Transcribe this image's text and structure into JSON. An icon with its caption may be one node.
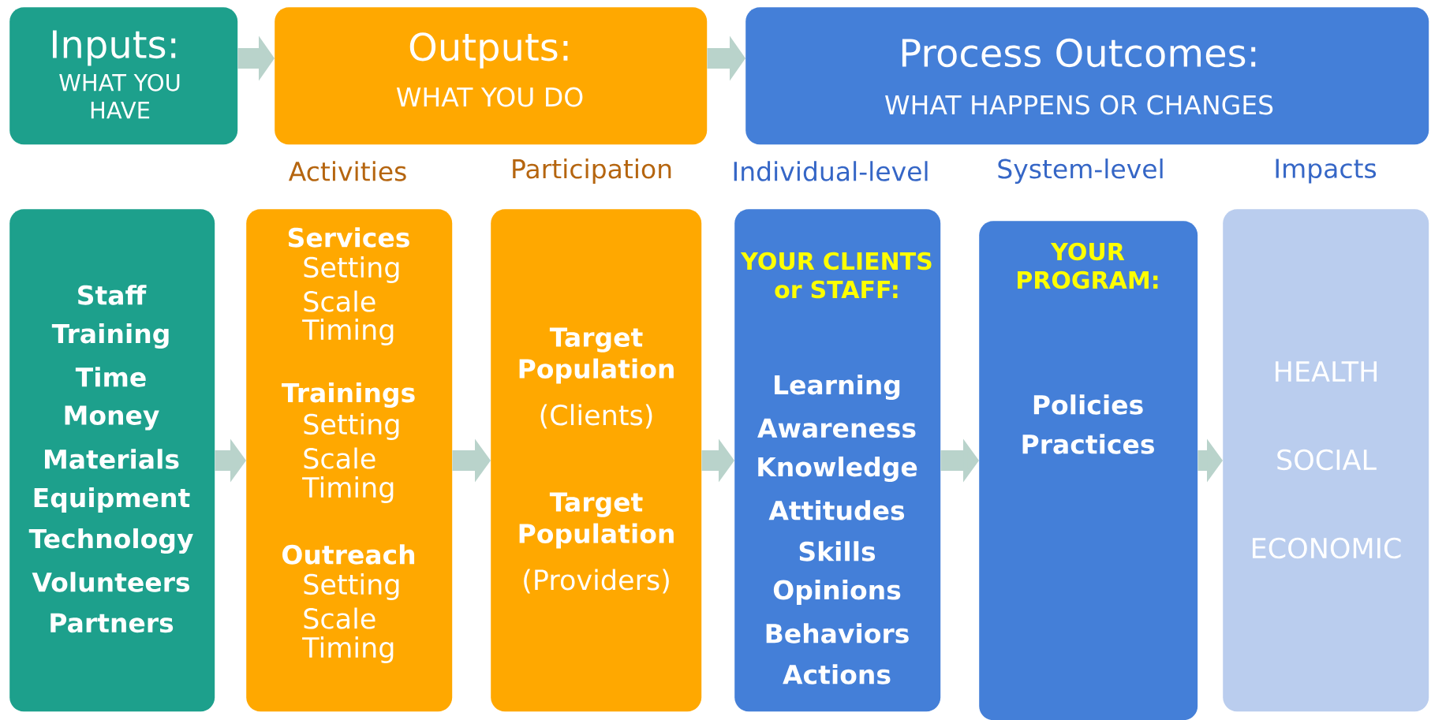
{
  "diagram": {
    "nodes": [
      {
        "text": [
          "Inputs:",
          "WHAT YOU HAVE"
        ]
      },
      {
        "text": [
          "Outputs:",
          "WHAT YOU DO"
        ]
      },
      {
        "text": [
          "Process Outcomes:",
          "WHAT HAPPENS OR CHANGES"
        ]
      },
      {
        "text": [
          "Staff",
          "Training",
          "Time",
          "Money",
          "Materials",
          "Equipment",
          "Technology",
          "Volunteers",
          "Partners"
        ]
      },
      {
        "text": [
          "Activities",
          "Services",
          "Setting",
          "Scale",
          "Timing",
          "Trainings",
          "Setting",
          "Scale",
          "Timing",
          "Outreach",
          "Setting",
          "Scale",
          "Timing"
        ]
      },
      {
        "text": [
          "Participation",
          "Target Population",
          "(Clients)",
          "Target Population",
          "(Providers)"
        ]
      },
      {
        "text": [
          "Individual-level",
          "YOUR CLIENTS or STAFF:",
          "Learning",
          "Awareness",
          "Knowledge",
          "Attitudes",
          "Skills",
          "Opinions",
          "Behaviors",
          "Actions"
        ]
      },
      {
        "text": [
          "System-level",
          "YOUR PROGRAM:",
          "Policies",
          "Practices"
        ]
      },
      {
        "text": [
          "Impacts",
          "HEALTH",
          "SOCIAL",
          "ECONOMIC"
        ]
      }
    ],
    "edges": [
      {
        "from": 0,
        "to": 1,
        "arrow": "to"
      },
      {
        "from": 1,
        "to": 2,
        "arrow": "to"
      },
      {
        "from": 3,
        "to": 4,
        "arrow": "to"
      },
      {
        "from": 4,
        "to": 5,
        "arrow": "to"
      },
      {
        "from": 5,
        "to": 6,
        "arrow": "to"
      },
      {
        "from": 6,
        "to": 7,
        "arrow": "to"
      },
      {
        "from": 7,
        "to": 8,
        "arrow": "to"
      }
    ]
  }
}
